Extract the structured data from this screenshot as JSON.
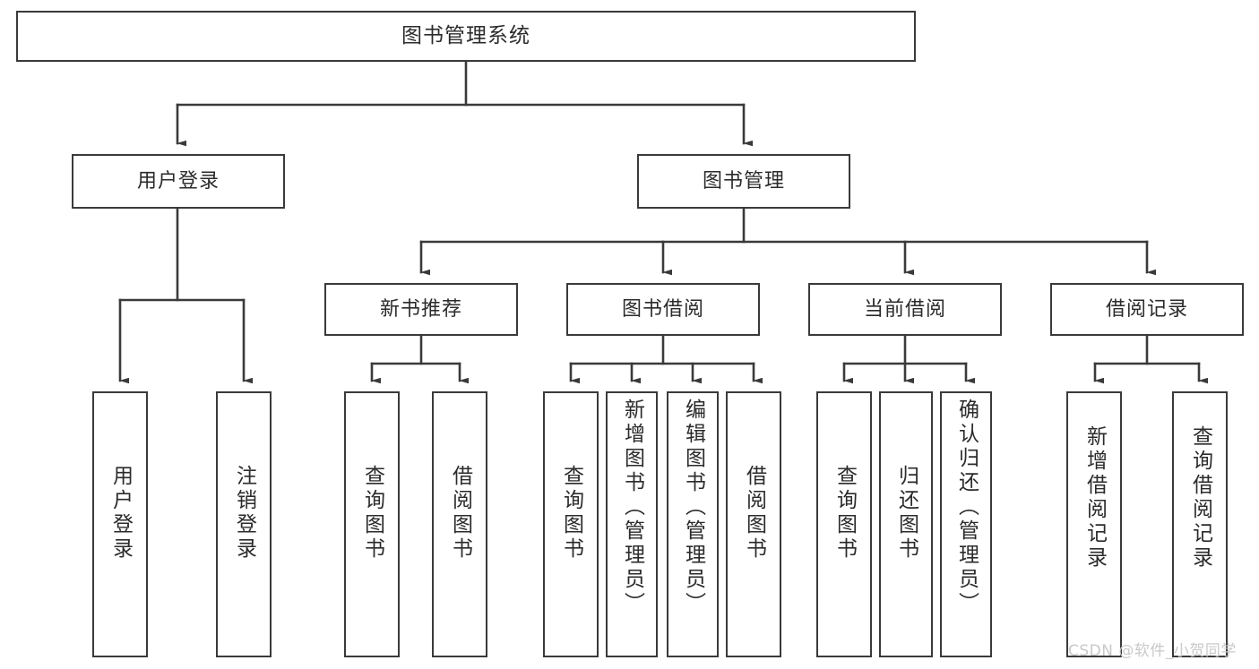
{
  "diagram": {
    "title": "图书管理系统",
    "type": "hierarchy-tree",
    "orientation": "top-down",
    "colors": {
      "stroke": "#3a3a3a",
      "fill": "#ffffff",
      "text": "#2b2b2b",
      "watermark": "#c9c9c9"
    },
    "levels": [
      {
        "level": 1,
        "labels": [
          "图书管理系统"
        ]
      },
      {
        "level": 2,
        "labels": [
          "用户登录",
          "图书管理"
        ]
      },
      {
        "level": 3,
        "labels": [
          "新书推荐",
          "图书借阅",
          "当前借阅",
          "借阅记录"
        ]
      },
      {
        "level": 4,
        "labels": [
          "用户登录",
          "注销登录",
          "查询图书",
          "借阅图书",
          "查询图书",
          "新增图书（管理员）",
          "编辑图书（管理员）",
          "借阅图书",
          "查询图书",
          "归还图书",
          "确认归还（管理员）",
          "新增借阅记录",
          "查询借阅记录"
        ]
      }
    ],
    "nodes": {
      "root": {
        "label": "图书管理系统"
      },
      "user_login": {
        "label": "用户登录"
      },
      "book_manage": {
        "label": "图书管理"
      },
      "new_book_rec": {
        "label": "新书推荐"
      },
      "book_borrow": {
        "label": "图书借阅"
      },
      "current_borrow": {
        "label": "当前借阅"
      },
      "borrow_record": {
        "label": "借阅记录"
      },
      "leaf_user_login": {
        "label": "用户登录"
      },
      "leaf_logout": {
        "label": "注销登录"
      },
      "leaf_query_book_1": {
        "label": "查询图书"
      },
      "leaf_borrow_book_1": {
        "label": "借阅图书"
      },
      "leaf_query_book_2": {
        "label": "查询图书"
      },
      "leaf_add_book_admin": {
        "label": "新增图书（管理员）"
      },
      "leaf_edit_book_admin": {
        "label": "编辑图书（管理员）"
      },
      "leaf_borrow_book_2": {
        "label": "借阅图书"
      },
      "leaf_query_book_3": {
        "label": "查询图书"
      },
      "leaf_return_book": {
        "label": "归还图书"
      },
      "leaf_confirm_return_admin": {
        "label": "确认归还（管理员）"
      },
      "leaf_add_record": {
        "label": "新增借阅记录"
      },
      "leaf_query_record": {
        "label": "查询借阅记录"
      }
    },
    "edges": [
      {
        "from": "root",
        "to": "user_login"
      },
      {
        "from": "root",
        "to": "book_manage"
      },
      {
        "from": "user_login",
        "to": "leaf_user_login"
      },
      {
        "from": "user_login",
        "to": "leaf_logout"
      },
      {
        "from": "book_manage",
        "to": "new_book_rec"
      },
      {
        "from": "book_manage",
        "to": "book_borrow"
      },
      {
        "from": "book_manage",
        "to": "current_borrow"
      },
      {
        "from": "book_manage",
        "to": "borrow_record"
      },
      {
        "from": "new_book_rec",
        "to": "leaf_query_book_1"
      },
      {
        "from": "new_book_rec",
        "to": "leaf_borrow_book_1"
      },
      {
        "from": "book_borrow",
        "to": "leaf_query_book_2"
      },
      {
        "from": "book_borrow",
        "to": "leaf_add_book_admin"
      },
      {
        "from": "book_borrow",
        "to": "leaf_edit_book_admin"
      },
      {
        "from": "book_borrow",
        "to": "leaf_borrow_book_2"
      },
      {
        "from": "current_borrow",
        "to": "leaf_query_book_3"
      },
      {
        "from": "current_borrow",
        "to": "leaf_return_book"
      },
      {
        "from": "current_borrow",
        "to": "leaf_confirm_return_admin"
      },
      {
        "from": "borrow_record",
        "to": "leaf_add_record"
      },
      {
        "from": "borrow_record",
        "to": "leaf_query_record"
      }
    ]
  },
  "watermark": {
    "text": "CSDN @软件_小贺同学"
  }
}
